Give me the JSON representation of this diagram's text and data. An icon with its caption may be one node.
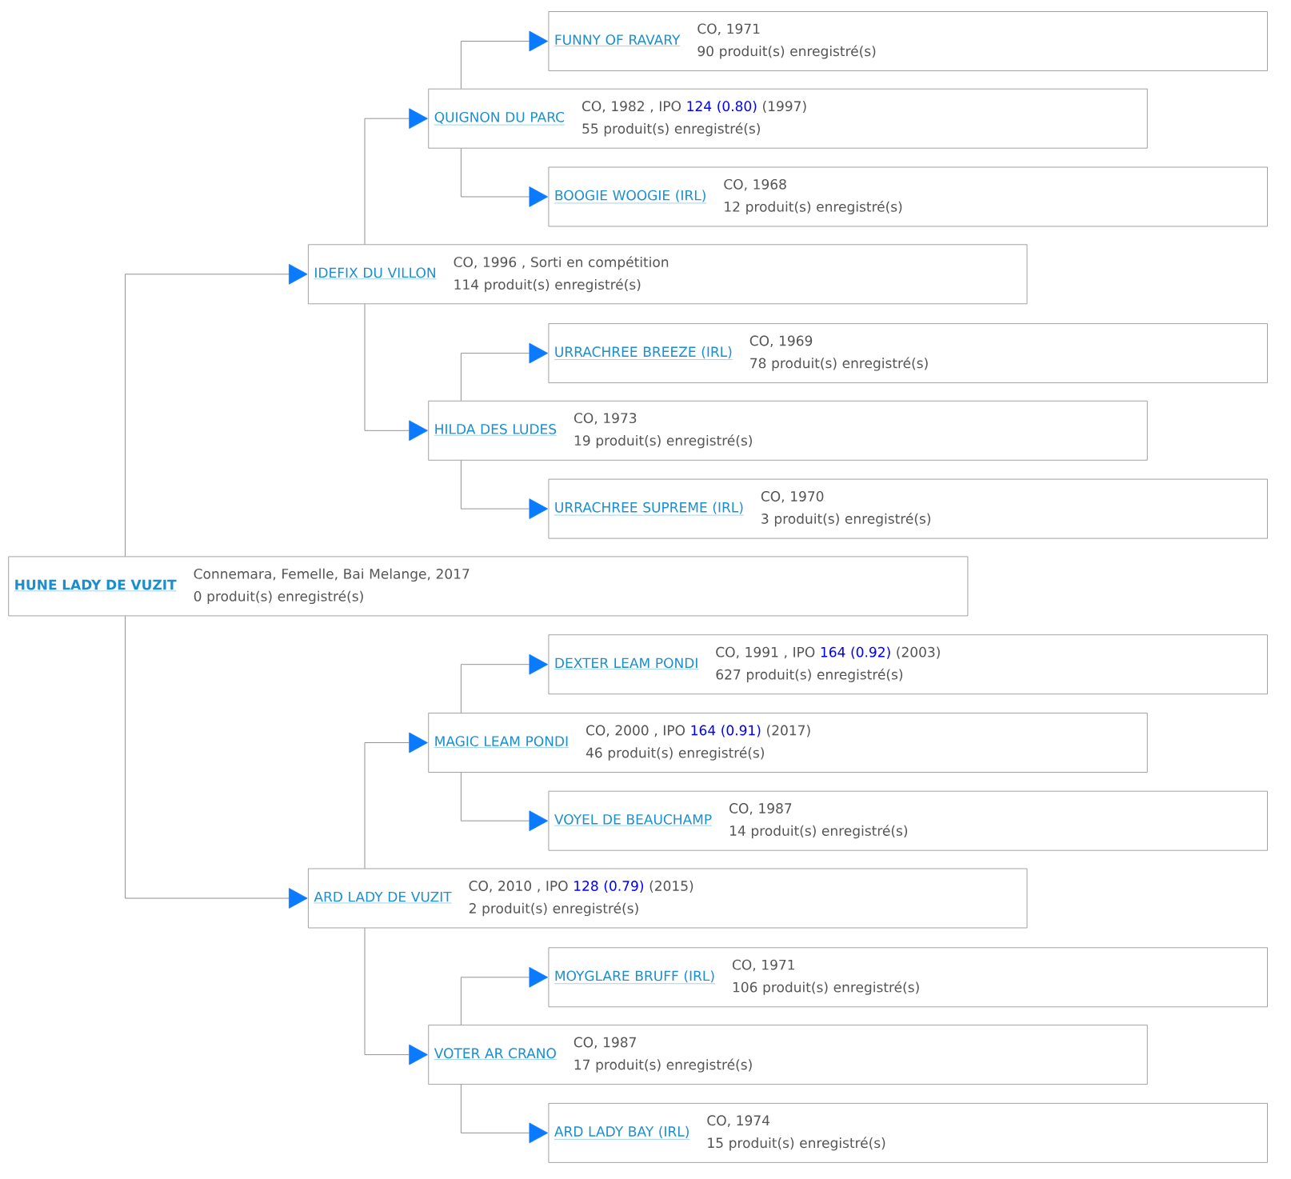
{
  "diagram": {
    "nodes": [
      {
        "text": [
          "FUNNY OF RAVARY",
          "CO, 1971",
          "90 produit(s) enregistré(s)"
        ]
      },
      {
        "text": [
          "QUIGNON DU PARC",
          "CO, 1982 , IPO",
          "124 (0.80)",
          "(1997)",
          "55 produit(s) enregistré(s)"
        ]
      },
      {
        "text": [
          "BOOGIE WOOGIE (IRL)",
          "CO, 1968",
          "12 produit(s) enregistré(s)"
        ]
      },
      {
        "text": [
          "IDEFIX DU VILLON",
          "CO, 1996 , Sorti en compétition",
          "114 produit(s) enregistré(s)"
        ]
      },
      {
        "text": [
          "URRACHREE BREEZE (IRL)",
          "CO, 1969",
          "78 produit(s) enregistré(s)"
        ]
      },
      {
        "text": [
          "HILDA DES LUDES",
          "CO, 1973",
          "19 produit(s) enregistré(s)"
        ]
      },
      {
        "text": [
          "URRACHREE SUPREME (IRL)",
          "CO, 1970",
          "3 produit(s) enregistré(s)"
        ]
      },
      {
        "text": [
          "HUNE LADY DE VUZIT",
          "Connemara, Femelle, Bai Melange, 2017",
          "0 produit(s) enregistré(s)"
        ]
      },
      {
        "text": [
          "DEXTER LEAM PONDI",
          "CO, 1991 , IPO",
          "164 (0.92)",
          "(2003)",
          "627 produit(s) enregistré(s)"
        ]
      },
      {
        "text": [
          "MAGIC LEAM PONDI",
          "CO, 2000 , IPO",
          "164 (0.91)",
          "(2017)",
          "46 produit(s) enregistré(s)"
        ]
      },
      {
        "text": [
          "VOYEL DE BEAUCHAMP",
          "CO, 1987",
          "14 produit(s) enregistré(s)"
        ]
      },
      {
        "text": [
          "ARD LADY DE VUZIT",
          "CO, 2010 , IPO",
          "128 (0.79)",
          "(2015)",
          "2 produit(s) enregistré(s)"
        ]
      },
      {
        "text": [
          "MOYGLARE BRUFF (IRL)",
          "CO, 1971",
          "106 produit(s) enregistré(s)"
        ]
      },
      {
        "text": [
          "VOTER AR CRANO",
          "CO, 1987",
          "17 produit(s) enregistré(s)"
        ]
      },
      {
        "text": [
          "ARD LADY BAY (IRL)",
          "CO, 1974",
          "15 produit(s) enregistré(s)"
        ]
      }
    ],
    "edges": [
      {
        "from": 1,
        "to": 0,
        "arrow": "to"
      },
      {
        "from": 1,
        "to": 2,
        "arrow": "to"
      },
      {
        "from": 3,
        "to": 1,
        "arrow": "to"
      },
      {
        "from": 3,
        "to": 5,
        "arrow": "to"
      },
      {
        "from": 5,
        "to": 4,
        "arrow": "to"
      },
      {
        "from": 5,
        "to": 6,
        "arrow": "to"
      },
      {
        "from": 7,
        "to": 3,
        "arrow": "to"
      },
      {
        "from": 7,
        "to": 11,
        "arrow": "to"
      },
      {
        "from": 9,
        "to": 8,
        "arrow": "to"
      },
      {
        "from": 9,
        "to": 10,
        "arrow": "to"
      },
      {
        "from": 11,
        "to": 9,
        "arrow": "to"
      },
      {
        "from": 11,
        "to": 13,
        "arrow": "to"
      },
      {
        "from": 13,
        "to": 12,
        "arrow": "to"
      },
      {
        "from": 13,
        "to": 14,
        "arrow": "to"
      }
    ]
  }
}
